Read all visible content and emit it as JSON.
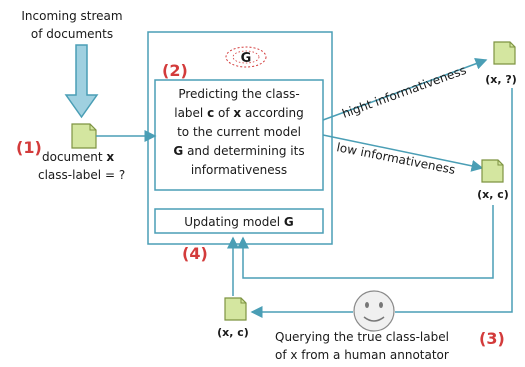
{
  "incoming": {
    "line1": "Incoming stream",
    "line2": "of documents"
  },
  "step1": {
    "number": "(1)",
    "doc_line1_prefix": "document ",
    "doc_line1_var": "x",
    "doc_line2": "class-label = ?"
  },
  "step2": {
    "number": "(2)",
    "model_symbol": "G",
    "line1": "Predicting the class-",
    "line2_a": "label ",
    "line2_c": "c",
    "line2_b": " of ",
    "line2_x": "x",
    "line2_d": " according",
    "line3": "to the current model",
    "line4_G": "G",
    "line4_rest": " and determining its",
    "line5": "informativeness"
  },
  "update_box": {
    "prefix": "Updating model ",
    "symbol": "G"
  },
  "step4": {
    "number": "(4)"
  },
  "high": {
    "arrow_label": "hight informativeness",
    "doc_label": "(x, ?)"
  },
  "low": {
    "arrow_label": "low informativeness",
    "doc_label": "(x, c)"
  },
  "bottom_doc": {
    "label": "(x, c)"
  },
  "step3": {
    "number": "(3)",
    "line1": "Querying the true class-label",
    "line2": "of x from a human annotator"
  },
  "colors": {
    "accent": "#4a9eb5",
    "step": "#d33b3b",
    "doc_fill": "#d4e6a0",
    "doc_stroke": "#7e9442",
    "arrow_fill": "#9fd0e0"
  }
}
